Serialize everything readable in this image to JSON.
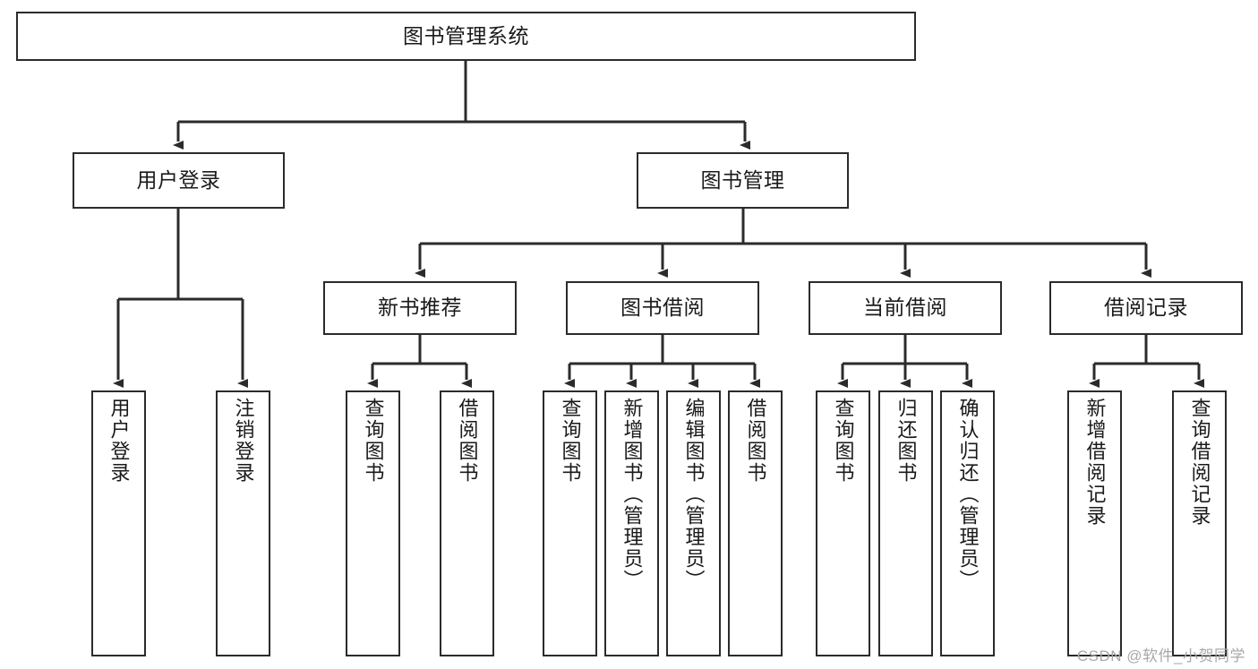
{
  "diagram": {
    "title": "图书管理系统",
    "type": "tree-hierarchy",
    "watermark": "CSDN @软件_小贺同学",
    "colors": {
      "stroke": "#2b2b2b",
      "fill": "#ffffff",
      "text": "#1a1a1a",
      "watermark": "#a8a8a8"
    },
    "levels": {
      "root": "图书管理系统",
      "level2": [
        "用户登录",
        "图书管理"
      ],
      "level3": [
        "新书推荐",
        "图书借阅",
        "当前借阅",
        "借阅记录"
      ]
    },
    "nodes": {
      "root": {
        "label": "图书管理系统"
      },
      "user_login": {
        "label": "用户登录"
      },
      "book_manage": {
        "label": "图书管理"
      },
      "new_book_rec": {
        "label": "新书推荐"
      },
      "book_borrow": {
        "label": "图书借阅"
      },
      "current_borrow": {
        "label": "当前借阅"
      },
      "borrow_record": {
        "label": "借阅记录"
      },
      "leaf_user_login": {
        "label": "用户登录"
      },
      "leaf_logout": {
        "label": "注销登录"
      },
      "leaf_query_book_1": {
        "label": "查询图书"
      },
      "leaf_borrow_book_1": {
        "label": "借阅图书"
      },
      "leaf_query_book_2": {
        "label": "查询图书"
      },
      "leaf_add_book": {
        "label": "新增图书（管理员）"
      },
      "leaf_edit_book": {
        "label": "编辑图书（管理员）"
      },
      "leaf_borrow_book_2": {
        "label": "借阅图书"
      },
      "leaf_query_book_3": {
        "label": "查询图书"
      },
      "leaf_return_book": {
        "label": "归还图书"
      },
      "leaf_confirm_return": {
        "label": "确认归还（管理员）"
      },
      "leaf_add_record": {
        "label": "新增借阅记录"
      },
      "leaf_query_record": {
        "label": "查询借阅记录"
      }
    }
  }
}
